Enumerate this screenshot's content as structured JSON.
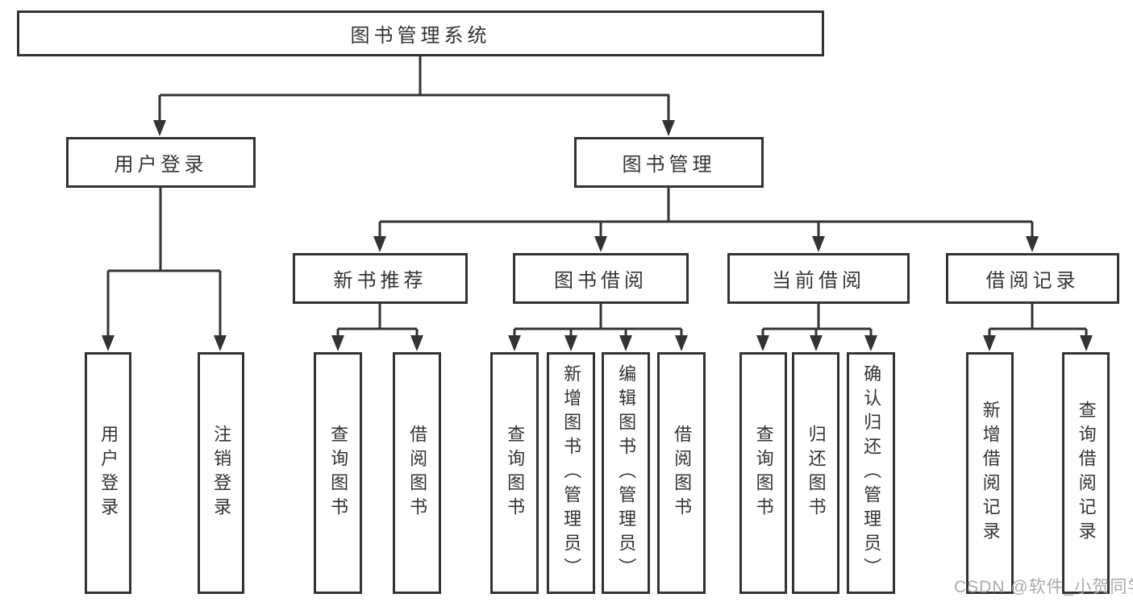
{
  "diagram": {
    "type": "hierarchy-tree",
    "title": "图书管理系统"
  },
  "tree": {
    "root": {
      "label": "图书管理系统"
    },
    "branches": [
      {
        "label": "用户登录",
        "children": [
          {
            "label": "用户登录"
          },
          {
            "label": "注销登录"
          }
        ]
      },
      {
        "label": "图书管理",
        "children": [
          {
            "label": "新书推荐",
            "children": [
              {
                "label": "查询图书"
              },
              {
                "label": "借阅图书"
              }
            ]
          },
          {
            "label": "图书借阅",
            "children": [
              {
                "label": "查询图书"
              },
              {
                "label": "新增图书（管理员）"
              },
              {
                "label": "编辑图书（管理员）"
              },
              {
                "label": "借阅图书"
              }
            ]
          },
          {
            "label": "当前借阅",
            "children": [
              {
                "label": "查询图书"
              },
              {
                "label": "归还图书"
              },
              {
                "label": "确认归还（管理员）"
              }
            ]
          },
          {
            "label": "借阅记录",
            "children": [
              {
                "label": "新增借阅记录"
              },
              {
                "label": "查询借阅记录"
              }
            ]
          }
        ]
      }
    ]
  },
  "watermark": "CSDN @软件_小贺同学",
  "colors": {
    "line": "#333333",
    "box_border": "#333333",
    "text": "#333333",
    "watermark": "#a5a5a5",
    "background": "#ffffff"
  }
}
